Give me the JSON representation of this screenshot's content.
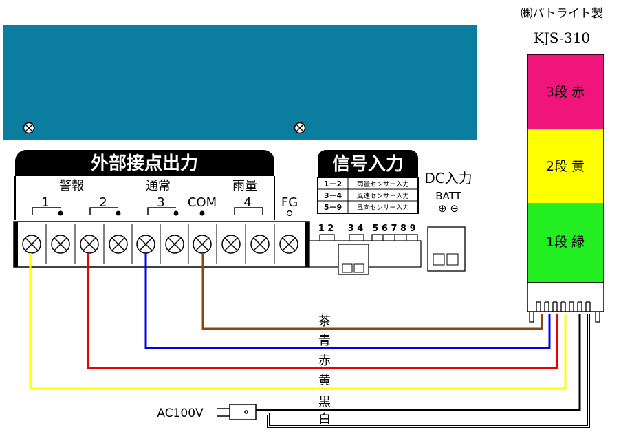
{
  "title_block": {
    "maker": "㈱パトライト製",
    "model": "KJS-310"
  },
  "tower": {
    "tiers": [
      {
        "label": "3段 赤",
        "color": "#f0157a"
      },
      {
        "label": "2段 黄",
        "color": "#ffff00"
      },
      {
        "label": "1段 緑",
        "color": "#22ee22"
      }
    ]
  },
  "panel": {
    "color": "#0b7ea0",
    "output_header": "外部接点出力",
    "group_keihou": "警報",
    "group_tsujo": "通常",
    "group_uryo": "雨量",
    "terminal_1": "1",
    "terminal_2": "2",
    "terminal_3": "3",
    "terminal_com": "COM",
    "terminal_4": "4",
    "terminal_fg": "FG",
    "signal_header": "信号入力",
    "signal_rows": [
      {
        "pins": "1－2",
        "desc": "雨量センサー入力"
      },
      {
        "pins": "3－4",
        "desc": "風速センサー入力"
      },
      {
        "pins": "5－9",
        "desc": "風向センサー入力"
      }
    ],
    "pins_12": "1 2",
    "pins_34": "3 4",
    "pins_59": "5 6 7 8 9",
    "dc_header": "DC入力",
    "batt_label": "BATT",
    "batt_polarity": "⊕ ⊖"
  },
  "wires": [
    {
      "label": "茶",
      "color": "#8b4513"
    },
    {
      "label": "青",
      "color": "#0000ee"
    },
    {
      "label": "赤",
      "color": "#ee0000"
    },
    {
      "label": "黄",
      "color": "#ffff00"
    },
    {
      "label": "黒",
      "color": "#000000"
    },
    {
      "label": "白",
      "color": "#ffffff"
    }
  ],
  "ac_label": "AC100V"
}
